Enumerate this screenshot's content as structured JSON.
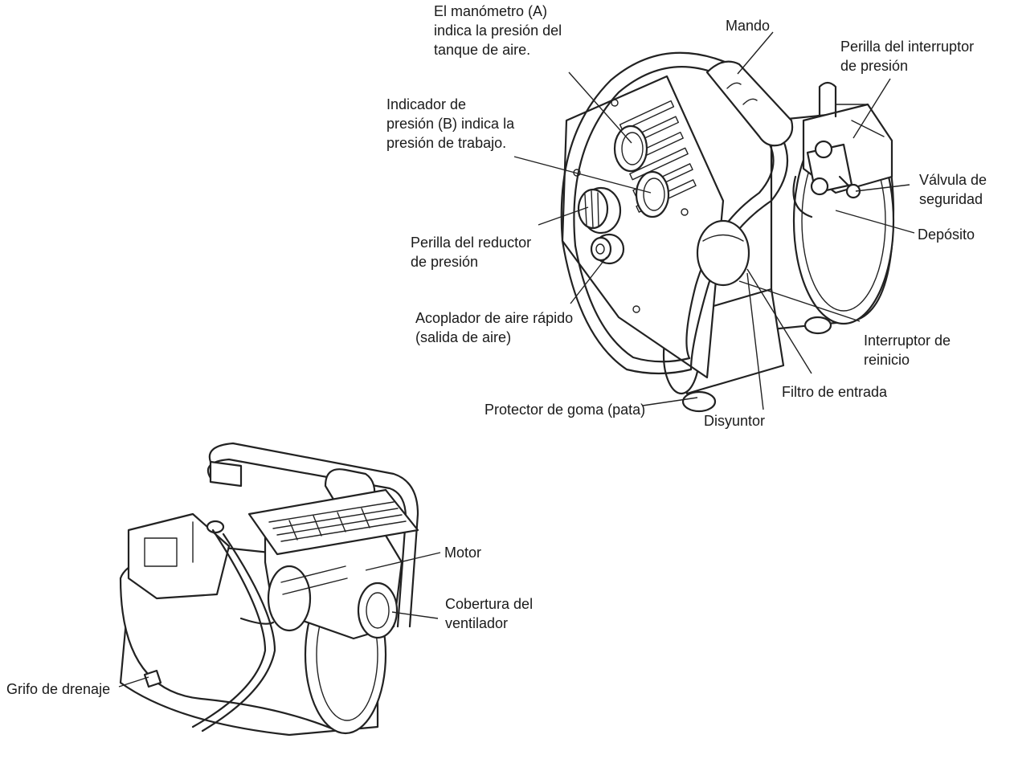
{
  "labels": {
    "manometro_line1": "El manómetro (A)",
    "manometro_line2": "indica la presión del",
    "manometro_line3": "tanque de aire.",
    "mando": "Mando",
    "perilla_interruptor_line1": "Perilla del interruptor",
    "perilla_interruptor_line2": "de presión",
    "indicador_line1": "Indicador de",
    "indicador_line2": "presión (B) indica la",
    "indicador_line3": "presión de trabajo.",
    "valvula_line1": "Válvula de",
    "valvula_line2": "seguridad",
    "deposito": "Depósito",
    "perilla_reductor_line1": "Perilla del reductor",
    "perilla_reductor_line2": "de presión",
    "acoplador_line1": "Acoplador de aire rápido",
    "acoplador_line2": "(salida de aire)",
    "interruptor_reinicio_line1": "Interruptor de",
    "interruptor_reinicio_line2": "reinicio",
    "filtro": "Filtro de entrada",
    "protector": "Protector de goma (pata)",
    "disyuntor": "Disyuntor",
    "motor": "Motor",
    "cobertura_line1": "Cobertura del",
    "cobertura_line2": "ventilador",
    "grifo": "Grifo de drenaje"
  }
}
